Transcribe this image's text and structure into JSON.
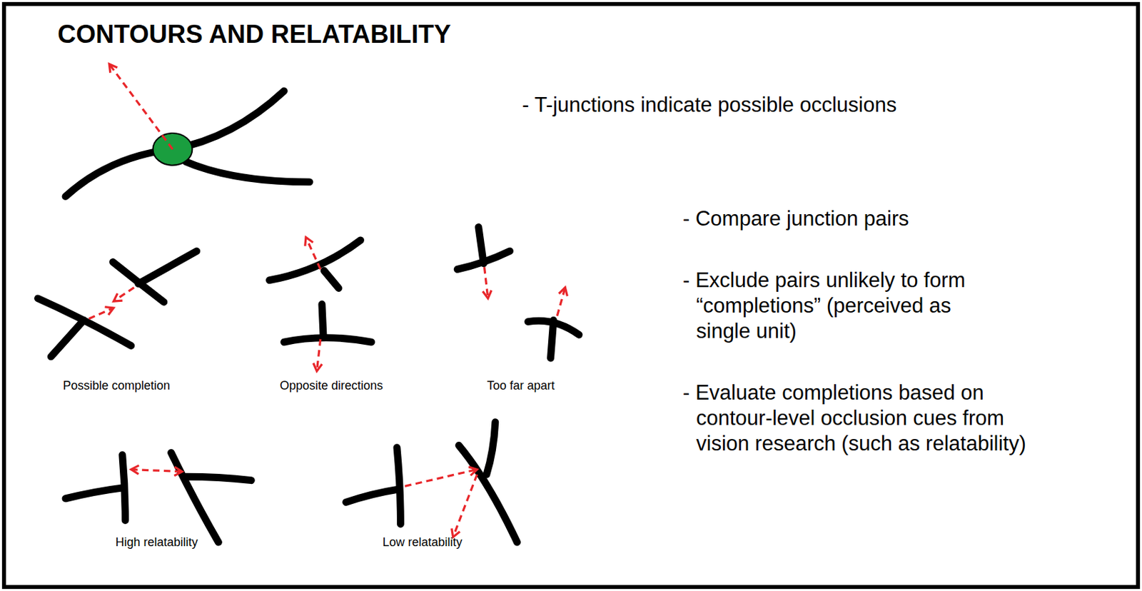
{
  "diagram": {
    "title": "CONTOURS AND RELATABILITY",
    "labels": [
      "- T-junctions indicate possible occlusions",
      "- Compare junction pairs",
      "- Exclude pairs unlikely to form “completions” (perceived as single unit)",
      "- Evaluate completions based on contour-level occlusion cues from vision research (such as relatability)",
      "Possible completion",
      "Opposite directions",
      "Too far apart",
      "High relatability",
      "Low relatability"
    ]
  }
}
